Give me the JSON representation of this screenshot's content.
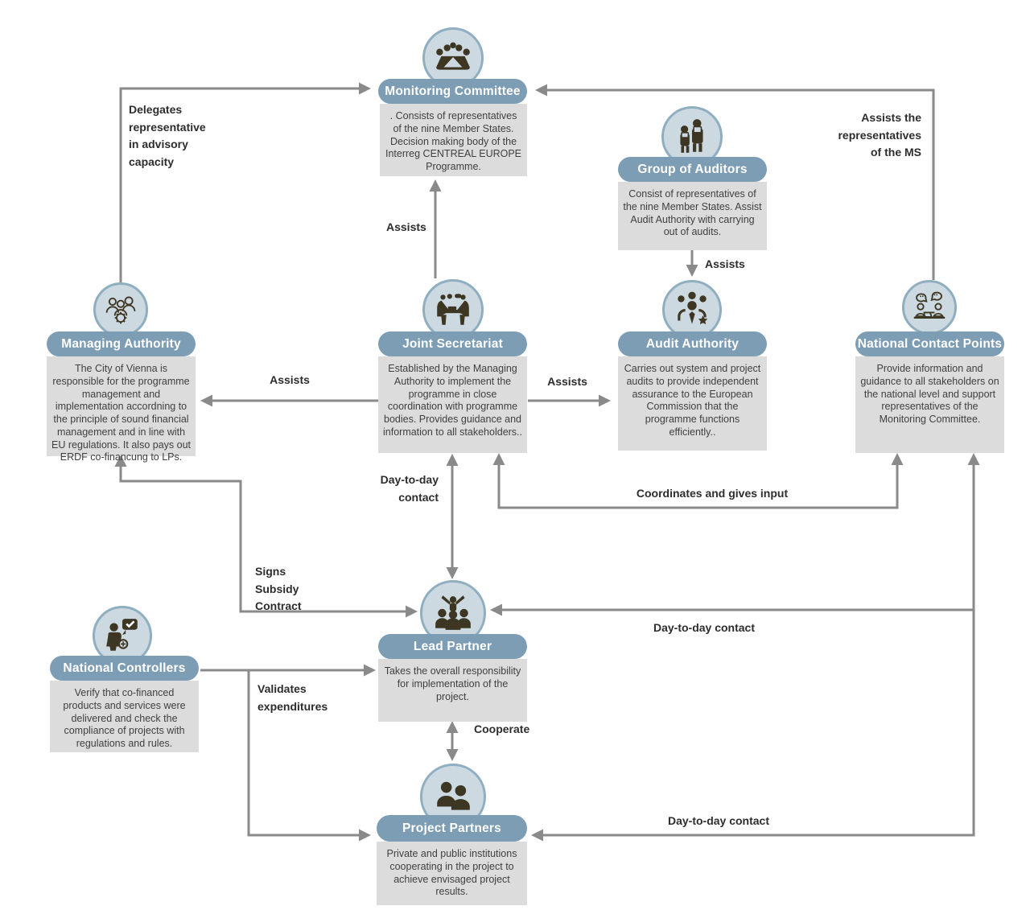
{
  "colors": {
    "pill": "#7d9db5",
    "circle-fill": "#cdd9e1",
    "circle-border": "#8fafc0",
    "box": "#dcdcdc",
    "arrow": "#8a8a8a",
    "icon": "#3d3622",
    "label": "#2d2d2d",
    "body-text": "#3f3f3f"
  },
  "nodes": {
    "monitoring_committee": {
      "title": "Monitoring Committee",
      "description": ". Consists of representatives of the nine Member States. Decision making body of the Interreg CENTREAL EUROPE Programme."
    },
    "group_of_auditors": {
      "title": "Group of Auditors",
      "description": "Consist of representatives of the nine Member States. Assist Audit Authority with carrying out of audits."
    },
    "managing_authority": {
      "title": "Managing Authority",
      "description": "The City of Vienna is responsible for the programme management and implementation accordning to the principle of sound financial management and in line with EU regulations. It also pays out ERDF co-financung to LPs."
    },
    "joint_secretariat": {
      "title": "Joint Secretariat",
      "description": "Established by the Managing Authority to implement the programme in close coordination with programme bodies. Provides guidance and information to all stakeholders.."
    },
    "audit_authority": {
      "title": "Audit Authority",
      "description": "Carries out system and project audits to provide independent assurance to the European Commission that the programme functions efficiently.."
    },
    "national_contact_points": {
      "title": "National Contact Points",
      "description": "Provide information and guidance to all stakeholders on the national level and support representatives of the Monitoring Committee."
    },
    "national_controllers": {
      "title": "National Controllers",
      "description": "Verify that co-financed products and services were delivered and check the compliance of projects with regulations and rules."
    },
    "lead_partner": {
      "title": "Lead Partner",
      "description": "Takes the overall responsibility for implementation of the project."
    },
    "project_partners": {
      "title": "Project Partners",
      "description": "Private and public institutions cooperating in the project to achieve envisaged project results."
    }
  },
  "labels": {
    "delegates": "Delegates\nrepresentative\nin advisory\ncapacity",
    "assists_ms": "Assists the\nrepresentatives\nof the MS",
    "assists_top": "Assists",
    "assists_goa": "Assists",
    "assists_left": "Assists",
    "assists_right": "Assists",
    "day_to_day_vertical": "Day-to-day\ncontact",
    "coordinates": "Coordinates and gives input",
    "signs_subsidy": "Signs\nSubsidy\nContract",
    "validates": "Validates\nexpenditures",
    "cooperate": "Cooperate",
    "day_to_day_lead": "Day-to-day contact",
    "day_to_day_partners": "Day-to-day contact"
  }
}
